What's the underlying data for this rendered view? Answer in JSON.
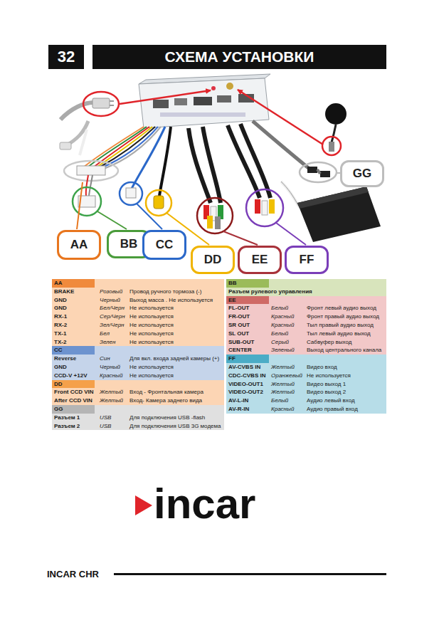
{
  "diagram": {
    "title": "СХЕМА УСТАНОВКИ",
    "nodes": [
      {
        "text": [
          "32"
        ]
      },
      {
        "text": [
          "GG"
        ]
      },
      {
        "text": [
          "AA"
        ]
      },
      {
        "text": [
          "BB"
        ]
      },
      {
        "text": [
          "CC"
        ]
      },
      {
        "text": [
          "DD"
        ]
      },
      {
        "text": [
          "EE"
        ]
      },
      {
        "text": [
          "FF"
        ]
      },
      {
        "text": [
          "AA",
          "BRAKE",
          "Розовый",
          "Провод ручного тормоза (-)",
          "GND",
          "Черный",
          "Выход масса . Не используется",
          "GND",
          "Бел/Черн",
          "Не используется",
          "RX-1",
          "Сер/Черн",
          "Не используется",
          "RX-2",
          "Зел/Черн",
          "Не используется",
          "TX-1",
          "Бел",
          "Не используется",
          "TX-2",
          "Зелен",
          "Не используется"
        ]
      },
      {
        "text": [
          "CC",
          "Reverse",
          "Син",
          "Для вкл. входа задней камеры (+)",
          "GND",
          "Черный",
          "Не используется",
          "CCD-V +12V",
          "Красный",
          "Не используется"
        ]
      },
      {
        "text": [
          "DD",
          "Front CCD VIN",
          "Желтый",
          "Вход - Фронтальная камера",
          "After CCD VIN",
          "Желтый",
          "Вход- Камера заднего вида"
        ]
      },
      {
        "text": [
          "GG",
          "Разъем 1",
          "USB",
          "Для подключения USB -flash",
          "Разъем 2",
          "USB",
          "Для подключения USB 3G модема"
        ]
      },
      {
        "text": [
          "BB",
          "Разъем рулевого управления"
        ]
      },
      {
        "text": [
          "EE",
          "FL-OUT",
          "Белый",
          "Фронт левый аудио выход",
          "FR-OUT",
          "Красный",
          "Фронт правый аудио выход",
          "SR OUT",
          "Красный",
          "Тыл правый аудио выход",
          "SL OUT",
          "Белый",
          "Тыл левый аудио выход",
          "SUB-OUT",
          "Серый",
          "Сабвуфер выход",
          "CENTER",
          "Зеленый",
          "Выход центрального канала"
        ]
      },
      {
        "text": [
          "FF",
          "AV-CVBS IN",
          "Желтый",
          "Видео вход",
          "CDC-CVBS IN",
          "Оранжевый",
          "Не используется",
          "VIDEO-OUT1",
          "Желтый",
          "Видео выход 1",
          "VIDEO-OUT2",
          "Желтый",
          "Видео выход 2",
          "AV-L-IN",
          "Белый",
          "Аудио левый вход",
          "AV-R-IN",
          "Красный",
          "Аудио правый вход"
        ]
      }
    ],
    "labels": [
      "incar",
      "INCAR CHR"
    ]
  }
}
